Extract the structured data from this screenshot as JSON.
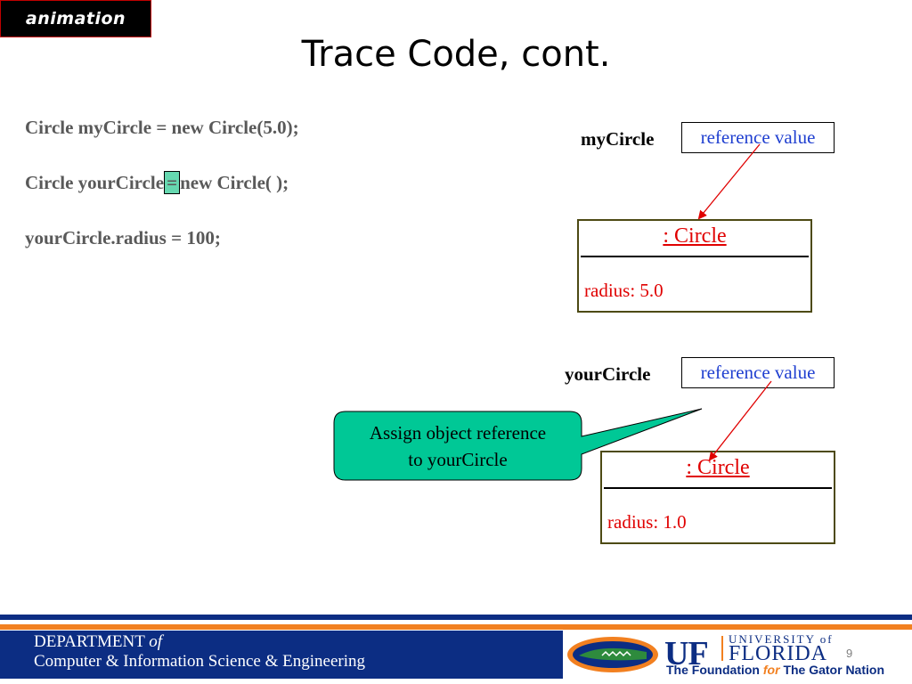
{
  "tag": {
    "label": "animation"
  },
  "slide": {
    "title": "Trace Code, cont.",
    "number": "9"
  },
  "code": {
    "line1": "Circle myCircle = new Circle(5.0);",
    "line2_pre": "Circle yourCircle",
    "line2_eq": "=",
    "line2_post": "new Circle( );",
    "line3": "yourCircle.radius = 100;"
  },
  "my_ref": {
    "var": "myCircle",
    "value": "reference value"
  },
  "my_obj": {
    "title": ": Circle",
    "field": "radius: 5.0"
  },
  "your_ref": {
    "var": "yourCircle",
    "value": "reference value"
  },
  "your_obj": {
    "title": ": Circle",
    "field": "radius: 1.0"
  },
  "callout": {
    "line1": "Assign object reference",
    "line2": "to yourCircle"
  },
  "footer": {
    "dept_line1_a": "DEPARTMENT",
    "dept_line1_b": "of",
    "dept_line2": "Computer & Information Science & Engineering",
    "logo_uf": "UF",
    "logo_university": "UNIVERSITY of",
    "logo_florida": "FLORIDA",
    "tagline_a": "The Foundation",
    "tagline_b": "for",
    "tagline_c": "The Gator Nation"
  },
  "colors": {
    "accent_red": "#e00000",
    "ref_blue": "#1f3fd0",
    "callout_green": "#00c896",
    "footer_blue": "#0c2d83",
    "footer_orange": "#f28020"
  }
}
